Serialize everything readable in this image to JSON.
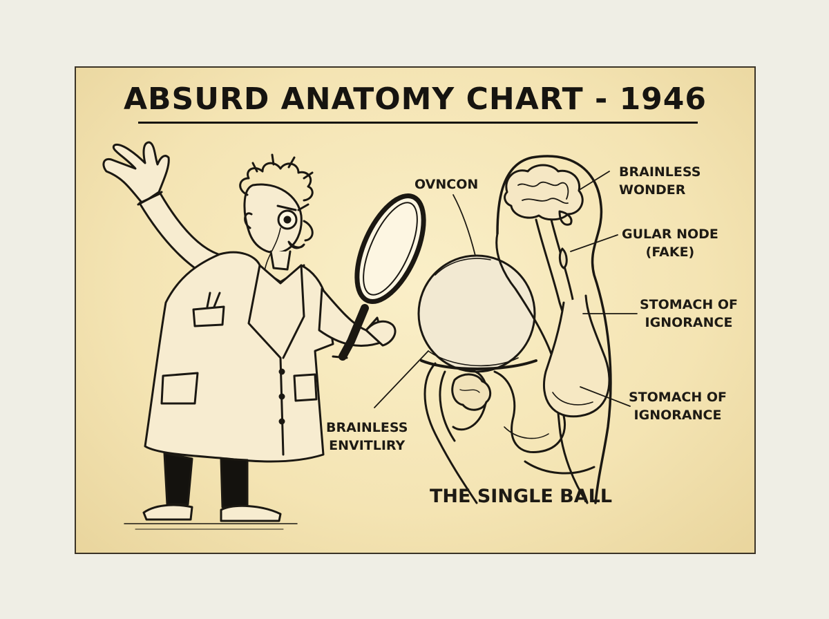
{
  "poster": {
    "title": "ABSURD ANATOMY CHART - 1946",
    "caption": "THE SINGLE BALL"
  },
  "labels": {
    "ovncon": "OVNCON",
    "brainless_wonder_1": "BRAINLESS",
    "brainless_wonder_2": "WONDER",
    "gular_node_1": "GULAR NODE",
    "gular_node_2": "(FAKE)",
    "stomach_a_1": "STOMACH OF",
    "stomach_a_2": "IGNORANCE",
    "stomach_b_1": "STOMACH OF",
    "stomach_b_2": "IGNORANCE",
    "brainless_entity_1": "BRAINLESS",
    "brainless_entity_2": "ENVITLIRY"
  },
  "colors": {
    "paper": "#f4e4b3",
    "ink": "#161410",
    "background": "#efeee5"
  },
  "icons": [
    "scientist-illustration",
    "magnifying-glass-icon",
    "sphere-ball",
    "anatomy-cross-section",
    "brain-icon"
  ]
}
